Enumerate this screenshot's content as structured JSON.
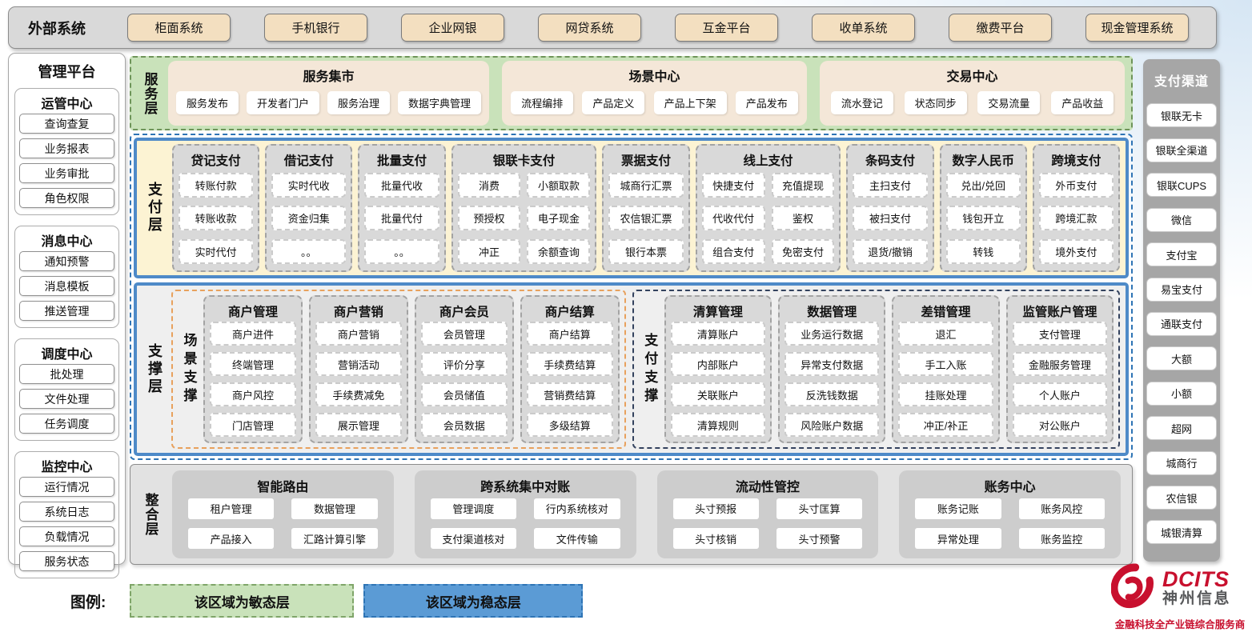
{
  "external_systems": {
    "label": "外部系统",
    "items": [
      "柜面系统",
      "手机银行",
      "企业网银",
      "网贷系统",
      "互金平台",
      "收单系统",
      "缴费平台",
      "现金管理系统"
    ]
  },
  "management_platform": {
    "title": "管理平台",
    "sections": [
      {
        "title": "运管中心",
        "items": [
          "查询查复",
          "业务报表",
          "业务审批",
          "角色权限"
        ]
      },
      {
        "title": "消息中心",
        "items": [
          "通知预警",
          "消息模板",
          "推送管理"
        ]
      },
      {
        "title": "调度中心",
        "items": [
          "批处理",
          "文件处理",
          "任务调度"
        ]
      },
      {
        "title": "监控中心",
        "items": [
          "运行情况",
          "系统日志",
          "负载情况",
          "服务状态"
        ]
      }
    ]
  },
  "service_layer": {
    "label": "服务层",
    "groups": [
      {
        "title": "服务集市",
        "items": [
          "服务发布",
          "开发者门户",
          "服务治理",
          "数据字典管理"
        ]
      },
      {
        "title": "场景中心",
        "items": [
          "流程编排",
          "产品定义",
          "产品上下架",
          "产品发布"
        ]
      },
      {
        "title": "交易中心",
        "items": [
          "流水登记",
          "状态同步",
          "交易流量",
          "产品收益"
        ]
      }
    ]
  },
  "payment_layer": {
    "label": "支付层",
    "columns": [
      {
        "title": "贷记支付",
        "cols": 1,
        "items": [
          "转账付款",
          "转账收款",
          "实时代付"
        ]
      },
      {
        "title": "借记支付",
        "cols": 1,
        "items": [
          "实时代收",
          "资金归集",
          "。。"
        ]
      },
      {
        "title": "批量支付",
        "cols": 1,
        "items": [
          "批量代收",
          "批量代付",
          "。。"
        ]
      },
      {
        "title": "银联卡支付",
        "cols": 2,
        "items": [
          "消费",
          "小额取款",
          "预授权",
          "电子现金",
          "冲正",
          "余额查询"
        ]
      },
      {
        "title": "票据支付",
        "cols": 1,
        "items": [
          "城商行汇票",
          "农信银汇票",
          "银行本票"
        ]
      },
      {
        "title": "线上支付",
        "cols": 2,
        "items": [
          "快捷支付",
          "充值提现",
          "代收代付",
          "鉴权",
          "组合支付",
          "免密支付"
        ]
      },
      {
        "title": "条码支付",
        "cols": 1,
        "items": [
          "主扫支付",
          "被扫支付",
          "退货/撤销"
        ]
      },
      {
        "title": "数字人民币",
        "cols": 1,
        "items": [
          "兑出/兑回",
          "钱包开立",
          "转钱"
        ]
      },
      {
        "title": "跨境支付",
        "cols": 1,
        "items": [
          "外币支付",
          "跨境汇款",
          "境外支付"
        ]
      }
    ]
  },
  "support_layer": {
    "label": "支撑层",
    "groups": [
      {
        "label": "场景支撑",
        "accent": "#E8A15D",
        "columns": [
          {
            "title": "商户管理",
            "items": [
              "商户进件",
              "终端管理",
              "商户风控",
              "门店管理"
            ]
          },
          {
            "title": "商户营销",
            "items": [
              "商户营销",
              "营销活动",
              "手续费减免",
              "展示管理"
            ]
          },
          {
            "title": "商户会员",
            "items": [
              "会员管理",
              "评价分享",
              "会员储值",
              "会员数据"
            ]
          },
          {
            "title": "商户结算",
            "items": [
              "商户结算",
              "手续费结算",
              "营销费结算",
              "多级结算"
            ]
          }
        ]
      },
      {
        "label": "支付支撑",
        "accent": "#33425E",
        "columns": [
          {
            "title": "清算管理",
            "items": [
              "清算账户",
              "内部账户",
              "关联账户",
              "清算规则"
            ]
          },
          {
            "title": "数据管理",
            "items": [
              "业务运行数据",
              "异常支付数据",
              "反洗钱数据",
              "风险账户数据"
            ]
          },
          {
            "title": "差错管理",
            "items": [
              "退汇",
              "手工入账",
              "挂账处理",
              "冲正/补正"
            ]
          },
          {
            "title": "监管账户管理",
            "items": [
              "支付管理",
              "金融服务管理",
              "个人账户",
              "对公账户"
            ]
          }
        ]
      }
    ]
  },
  "integration_layer": {
    "label": "整合层",
    "groups": [
      {
        "title": "智能路由",
        "items": [
          "租户管理",
          "数据管理",
          "产品接入",
          "汇路计算引擎"
        ]
      },
      {
        "title": "跨系统集中对账",
        "items": [
          "管理调度",
          "行内系统核对",
          "支付渠道核对",
          "文件传输"
        ]
      },
      {
        "title": "流动性管控",
        "items": [
          "头寸预报",
          "头寸匡算",
          "头寸核销",
          "头寸预警"
        ]
      },
      {
        "title": "账务中心",
        "items": [
          "账务记账",
          "账务风控",
          "异常处理",
          "账务监控"
        ]
      }
    ]
  },
  "payment_channels": {
    "title": "支付渠道",
    "items": [
      "银联无卡",
      "银联全渠道",
      "银联CUPS",
      "微信",
      "支付宝",
      "易宝支付",
      "通联支付",
      "大额",
      "小额",
      "超网",
      "城商行",
      "农信银",
      "城银清算"
    ]
  },
  "legend": {
    "label": "图例:",
    "agile": "该区域为敏态层",
    "agile_color": "#C9E2BA",
    "stable": "该区域为稳态层",
    "stable_color": "#5B9BD5"
  },
  "logo": {
    "icon": "dcits-swirl-icon",
    "name": "DCITS",
    "company": "神州信息",
    "tagline": "金融科技全产业链综合服务商",
    "brand_color": "#C8102E"
  }
}
